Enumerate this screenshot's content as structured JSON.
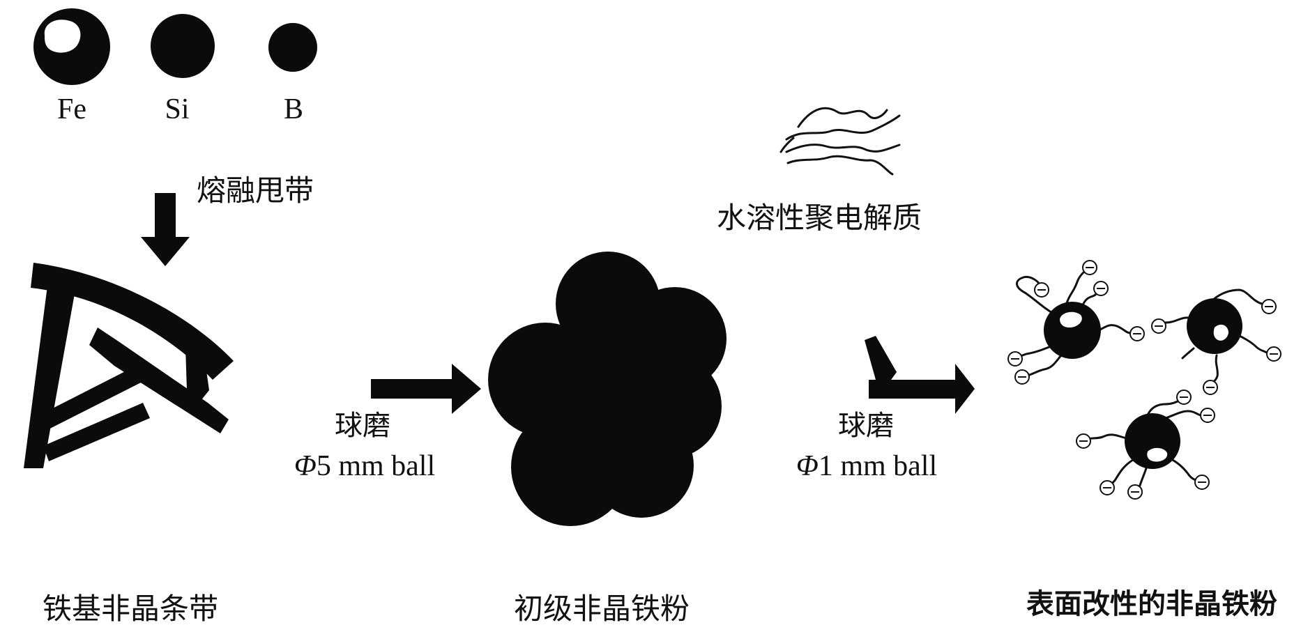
{
  "elements": {
    "fe": "Fe",
    "si": "Si",
    "b": "B"
  },
  "steps": {
    "melt_spinning": "熔融甩带",
    "ribbon": "铁基非晶条带",
    "ball_mill_1": "球磨",
    "ball_size_1_symbol": "Φ",
    "ball_size_1_rest": "5 mm ball",
    "primary_powder": "初级非晶铁粉",
    "polyelectrolyte": "水溶性聚电解质",
    "ball_mill_2": "球磨",
    "ball_size_2_symbol": "Φ",
    "ball_size_2_rest": "1 mm ball",
    "modified_powder": "表面改性的非晶铁粉"
  },
  "colors": {
    "ink": "#0b0b0b",
    "background": "#ffffff"
  }
}
